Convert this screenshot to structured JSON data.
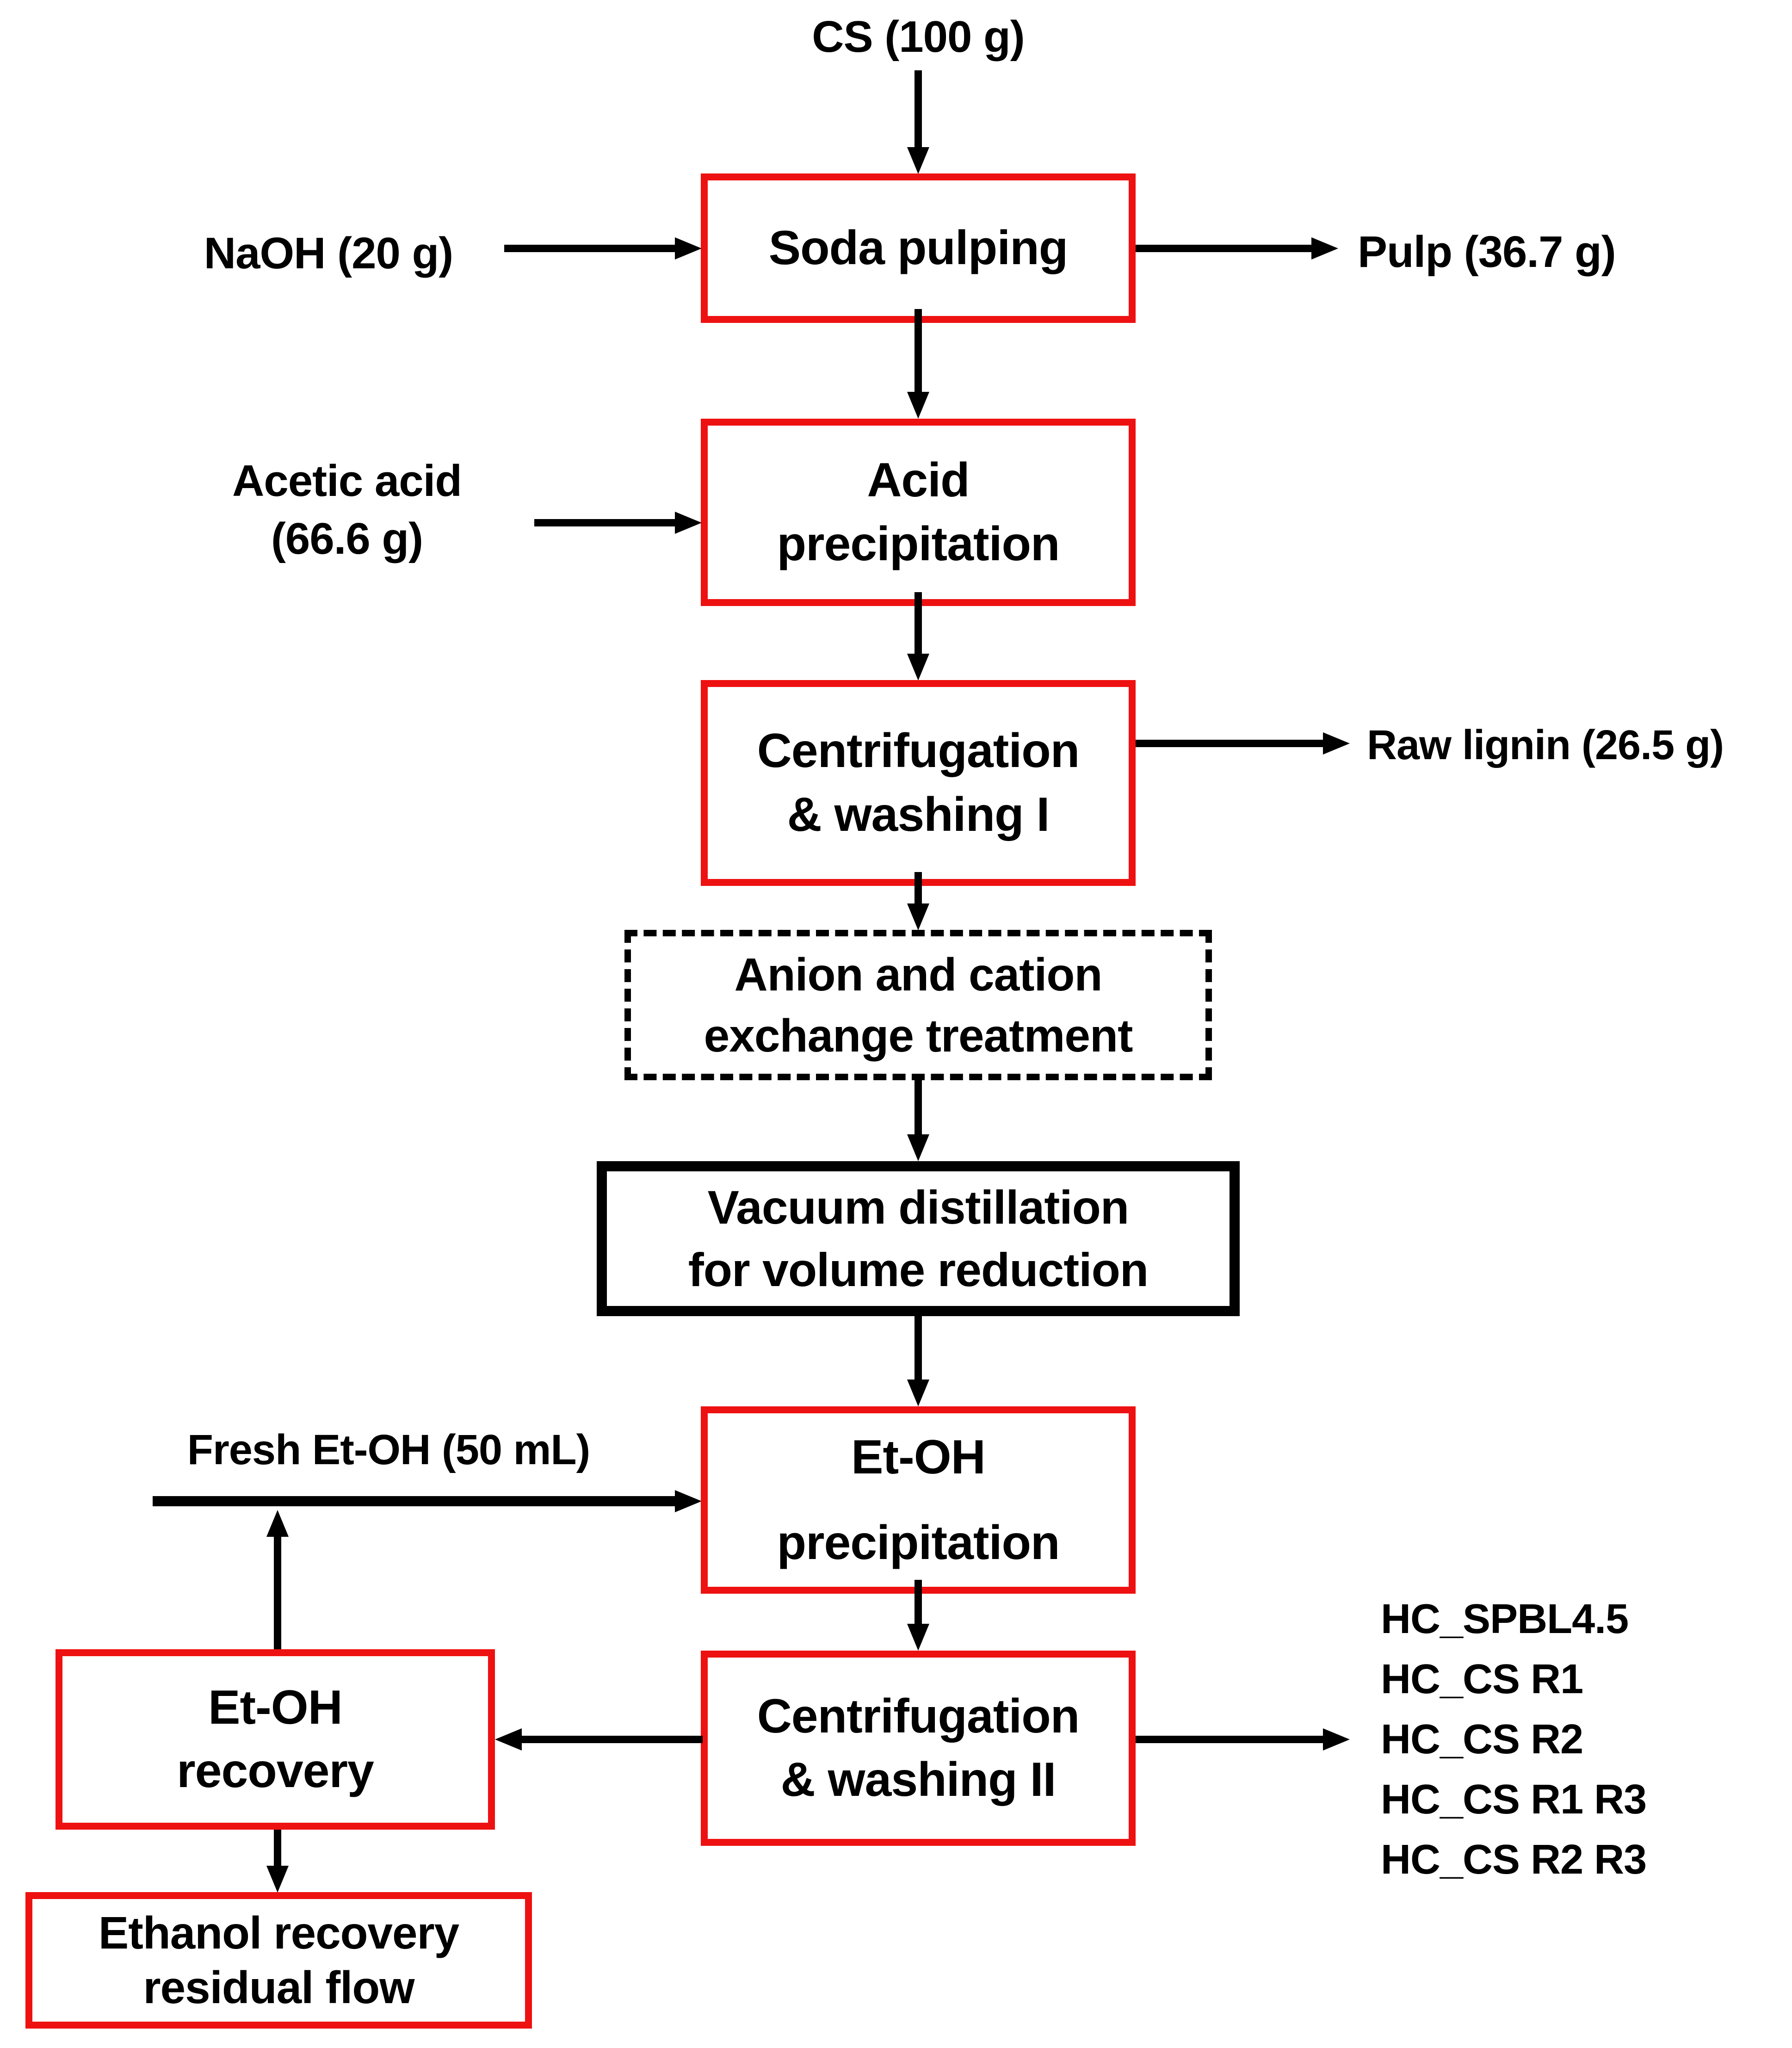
{
  "colors": {
    "red_box": "#ee1111",
    "black": "#000000",
    "background": "#ffffff"
  },
  "labels": {
    "cs_input": "CS (100 g)",
    "naoh_input": "NaOH (20 g)",
    "pulp_output": "Pulp (36.7 g)",
    "acetic_acid_line1": "Acetic acid",
    "acetic_acid_line2": "(66.6 g)",
    "raw_lignin_output": "Raw lignin (26.5 g)",
    "fresh_etoh_input": "Fresh Et-OH (50 mL)"
  },
  "nodes": {
    "soda_pulping": {
      "label": "Soda pulping"
    },
    "acid_precipitation": {
      "line1": "Acid",
      "line2": "precipitation"
    },
    "centrifugation_washing_1": {
      "line1": "Centrifugation",
      "line2": "& washing I"
    },
    "anion_cation_exchange": {
      "line1": "Anion and cation",
      "line2": "exchange treatment"
    },
    "vacuum_distillation": {
      "line1": "Vacuum distillation",
      "line2": "for volume reduction"
    },
    "etoh_precipitation": {
      "line1": "Et-OH",
      "line2": "precipitation"
    },
    "centrifugation_washing_2": {
      "line1": "Centrifugation",
      "line2": "& washing II"
    },
    "etoh_recovery": {
      "line1": "Et-OH",
      "line2": "recovery"
    },
    "ethanol_recovery_residual_flow": {
      "line1": "Ethanol recovery",
      "line2": "residual flow"
    }
  },
  "products": {
    "items": [
      "HC_SPBL4.5",
      "HC_CS R1",
      "HC_CS R2",
      "HC_CS R1 R3",
      "HC_CS R2 R3"
    ]
  }
}
